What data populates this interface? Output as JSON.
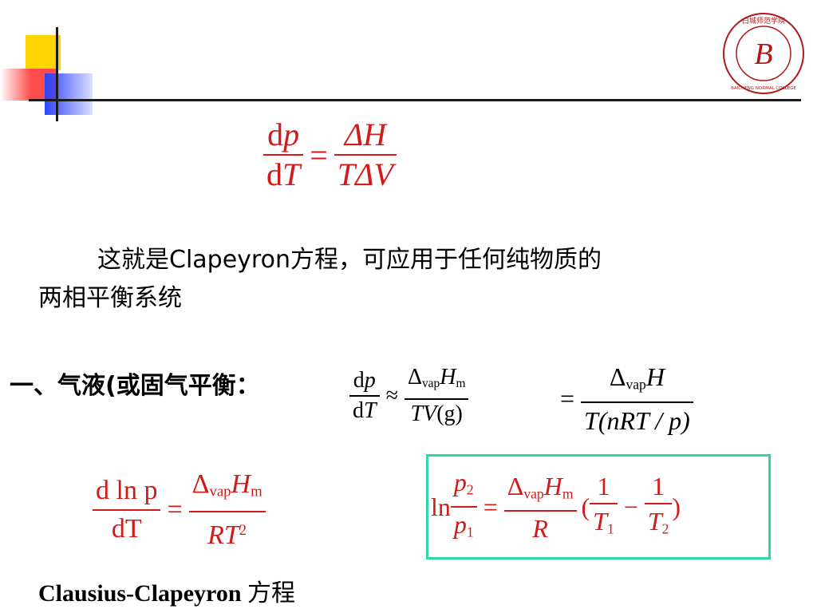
{
  "colors": {
    "accent_red": "#d21a1a",
    "box_border": "#2fd6a8"
  },
  "logo": {
    "arc_text": "白城师范学院",
    "bottom_text": "BAICHENG NORMAL COLLEGE",
    "monogram": "B"
  },
  "eq1": {
    "num_d": "d",
    "num_v": "p",
    "den_d": "d",
    "den_v": "T",
    "equals": "=",
    "rhs_num": "ΔH",
    "rhs_den": "TΔV"
  },
  "text": {
    "line1": "这就是Clapeyron方程，可应用于任何纯物质的",
    "line2": "两相平衡系统"
  },
  "heading": "一、气液(或固气平衡：",
  "eq2": {
    "lhs_num": "dp",
    "lhs_den": "dT",
    "approx": "≈",
    "delta": "Δ",
    "vap": "vap",
    "H": "H",
    "m": "m",
    "den": "TV",
    "den_g": "(g)"
  },
  "eq3": {
    "equals": "=",
    "delta": "Δ",
    "vap": "vap",
    "H": "H",
    "den": "T(nRT / p)"
  },
  "eq4": {
    "num": "d ln p",
    "den": "dT",
    "equals": "=",
    "delta": "Δ",
    "vap": "vap",
    "H": "H",
    "m": "m",
    "den_r": "RT",
    "sup": "2"
  },
  "eq5": {
    "ln": "ln",
    "p": "p",
    "sub2": "2",
    "sub1": "1",
    "equals": "=",
    "delta": "Δ",
    "vap": "vap",
    "H": "H",
    "m": "m",
    "R": "R",
    "open": "(",
    "one": "1",
    "T": "T",
    "minus": "−",
    "close": ")"
  },
  "caption": {
    "latin": "Clausius-Clapeyron",
    "cn": "方程"
  }
}
